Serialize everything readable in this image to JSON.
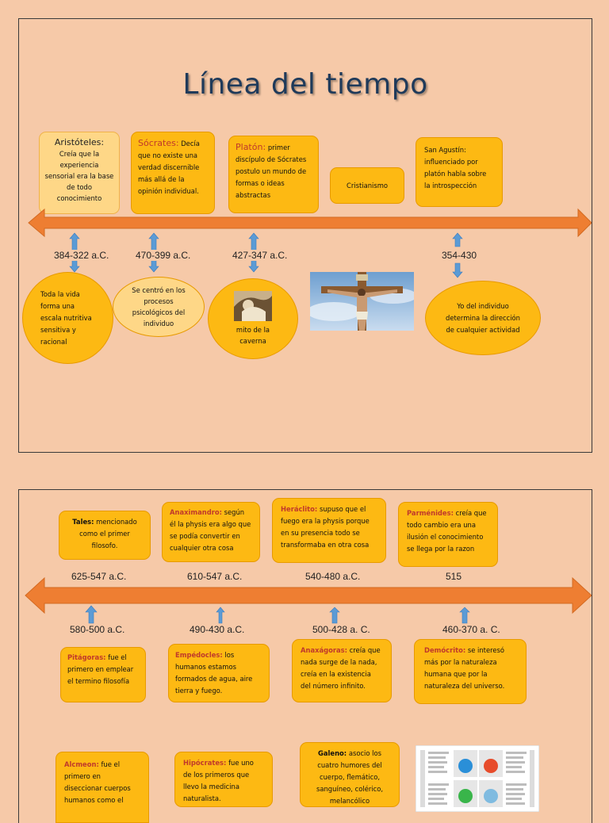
{
  "panel1": {
    "title": "Línea del tiempo",
    "aristoteles": {
      "name": "Aristóteles:",
      "text": "Creía que la experiencia sensorial era la base de todo conocimiento"
    },
    "socrates": {
      "name": "Sócrates:",
      "text": "Decía que no existe una verdad discernible más allá de la opinión individual."
    },
    "platon": {
      "name": "Platón:",
      "text": "primer discípulo de Sócrates postulo un mundo de formas o ideas abstractas"
    },
    "cristianismo": "Cristianismo",
    "agustin": {
      "name": "San Agustín:",
      "text": "influenciado por platón habla sobre la introspección"
    },
    "dates": [
      "384-322 a.C.",
      "470-399 a.C.",
      "427-347 a.C.",
      "354-430"
    ],
    "ovals": {
      "aristoteles": "Toda la vida forma una escala nutritiva sensitiva y racional",
      "socrates": "Se centró en los procesos psicológicos del individuo",
      "platon": "mito de la caverna",
      "agustin": "Yo del individuo determina la dirección de cualquier actividad"
    }
  },
  "panel2": {
    "top_boxes": [
      {
        "name": "Tales:",
        "text": "mencionado como el primer filosofo."
      },
      {
        "name": "Anaximandro:",
        "text": "según él la physis era algo que se podía convertir en cualquier otra cosa"
      },
      {
        "name": "Heráclito:",
        "text": "supuso que el fuego era la physis porque en su presencia todo se transformaba en otra cosa"
      },
      {
        "name": "Parménides:",
        "text": "creía que todo cambio era una ilusión el conocimiento se llega por la razon"
      }
    ],
    "top_dates": [
      "625-547 a.C.",
      "610-547 a.C.",
      "540-480 a.C.",
      "515"
    ],
    "bottom_dates": [
      "580-500 a.C.",
      "490-430 a.C.",
      "500-428 a. C.",
      "460-370 a. C."
    ],
    "bottom_boxes": [
      {
        "name": "Pitágoras:",
        "text": "fue el primero en emplear el termino filosofía"
      },
      {
        "name": "Empédocles:",
        "text": "los humanos estamos formados de agua, aire tierra y fuego."
      },
      {
        "name": "Anaxágoras:",
        "text": "creía que nada surge de la nada, creía en la existencia del número infinito."
      },
      {
        "name": "Demócrito:",
        "text": "se interesó más por la naturaleza humana que por la naturaleza del universo."
      }
    ],
    "third_row": [
      {
        "name": "Alcmeon:",
        "text": "fue el primero en diseccionar cuerpos humanos como el"
      },
      {
        "name": "Hipócrates:",
        "text": "fue uno de los primeros que llevo la medicina naturalista."
      },
      {
        "name": "Galeno:",
        "text": "asocio los cuatro humores del cuerpo, flemático, sanguíneo, colérico, melancólico"
      }
    ]
  },
  "colors": {
    "arrow": "#ee7e32",
    "box": "#fdb913",
    "background": "#f6c9a8",
    "connector": "#5b9bd5"
  }
}
